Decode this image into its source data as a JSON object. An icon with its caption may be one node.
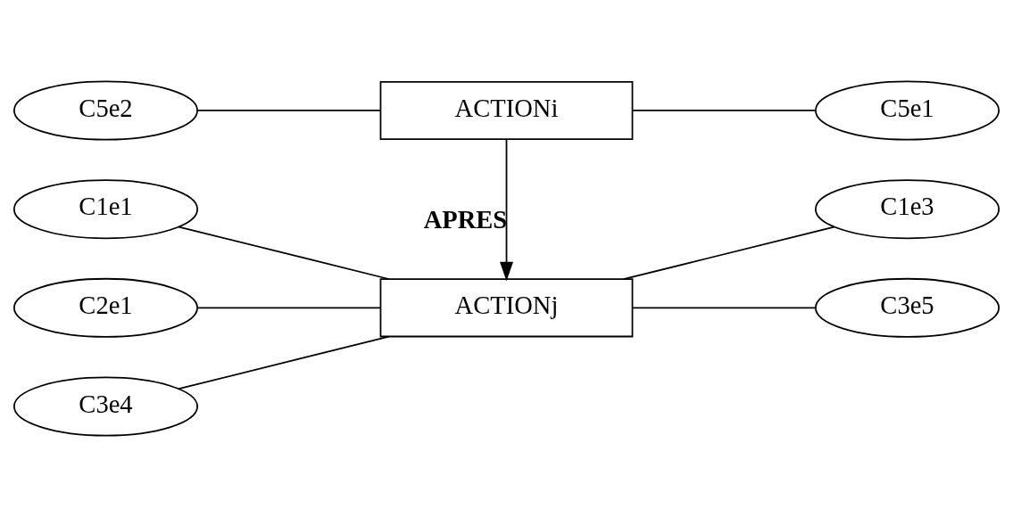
{
  "diagram": {
    "nodes": [
      {
        "text": [
          "C5e2"
        ]
      },
      {
        "text": [
          "ACTIONi"
        ]
      },
      {
        "text": [
          "C5e1"
        ]
      },
      {
        "text": [
          "C1e1"
        ]
      },
      {
        "text": [
          "C2e1"
        ]
      },
      {
        "text": [
          "C3e4"
        ]
      },
      {
        "text": [
          "ACTIONj"
        ]
      },
      {
        "text": [
          "C1e3"
        ]
      },
      {
        "text": [
          "C3e5"
        ]
      }
    ],
    "edges": [
      {
        "from": 0,
        "to": 1,
        "arrow": "none"
      },
      {
        "from": 1,
        "to": 2,
        "arrow": "none"
      },
      {
        "from": 1,
        "to": 6,
        "arrow": "to",
        "label": "APRES"
      },
      {
        "from": 3,
        "to": 6,
        "arrow": "none"
      },
      {
        "from": 4,
        "to": 6,
        "arrow": "none"
      },
      {
        "from": 5,
        "to": 6,
        "arrow": "none"
      },
      {
        "from": 6,
        "to": 7,
        "arrow": "none"
      },
      {
        "from": 6,
        "to": 8,
        "arrow": "none"
      }
    ]
  }
}
